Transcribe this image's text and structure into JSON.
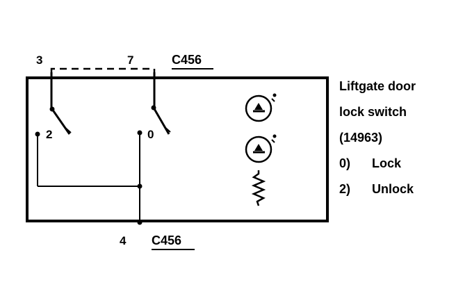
{
  "pins": {
    "top_left": "3",
    "top_right": "7",
    "bottom": "4",
    "switch1_contact": "2",
    "switch2_contact": "0"
  },
  "connectors": {
    "top": "C456",
    "bottom": "C456"
  },
  "description": {
    "line1": "Liftgate door",
    "line2": "lock switch",
    "line3": "(14963)",
    "pos0_num": "0)",
    "pos0_label": "Lock",
    "pos2_num": "2)",
    "pos2_label": "Unlock"
  },
  "icons": [
    "lock-actuator-icon",
    "lock-actuator-icon",
    "spring-icon"
  ]
}
